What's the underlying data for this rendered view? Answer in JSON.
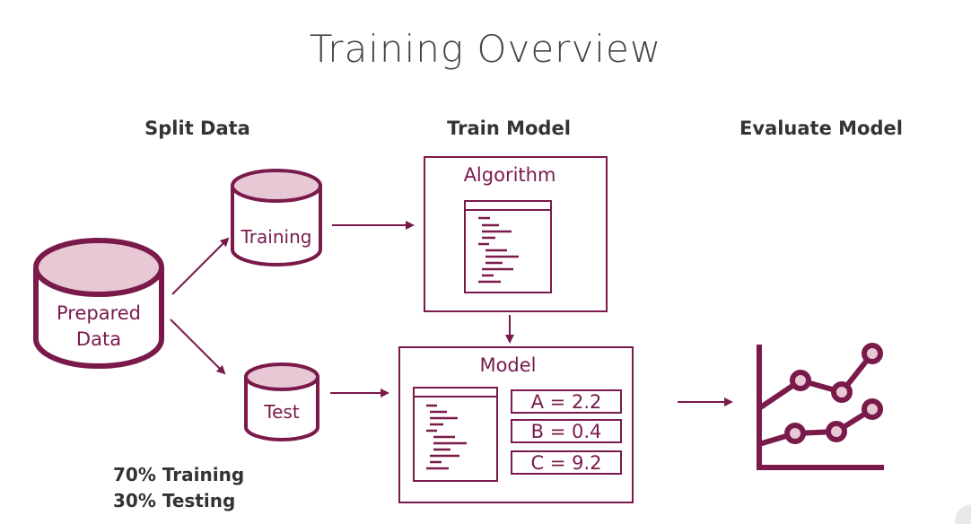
{
  "title": "Training Overview",
  "headings": {
    "split": "Split Data",
    "train": "Train Model",
    "evaluate": "Evaluate Model"
  },
  "nodes": {
    "prepared_line1": "Prepared",
    "prepared_line2": "Data",
    "training": "Training",
    "test": "Test",
    "algorithm": "Algorithm",
    "model": "Model"
  },
  "parameters": [
    "A = 2.2",
    "B = 0.4",
    "C = 9.2"
  ],
  "split_ratio": {
    "training": "70% Training",
    "testing": "30% Testing"
  },
  "colors": {
    "accent": "#7a1a4b",
    "fill": "#e8c8d5"
  }
}
